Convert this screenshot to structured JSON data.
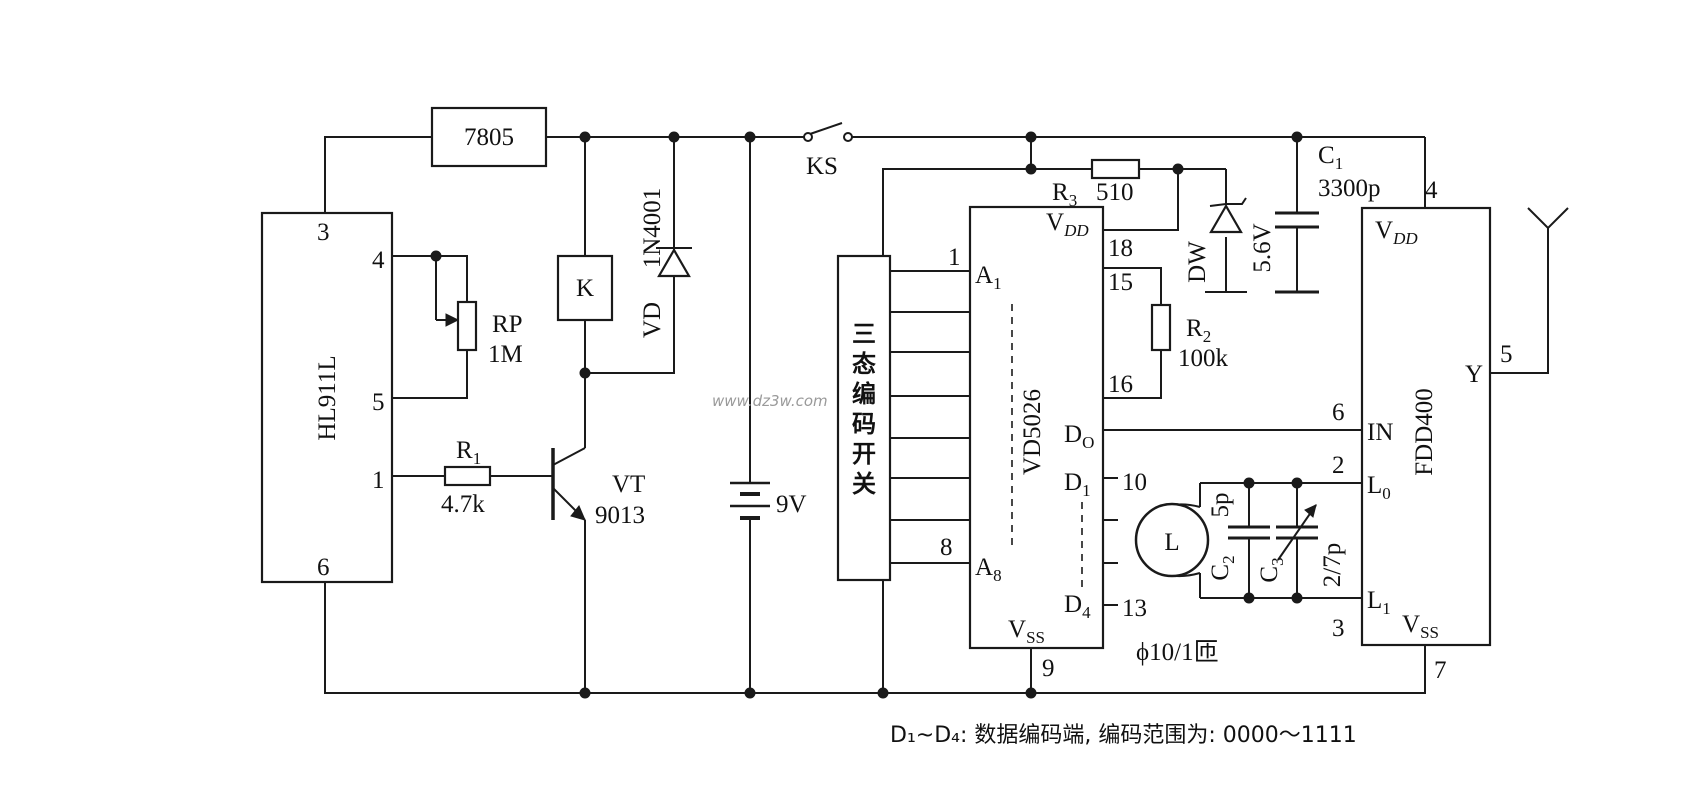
{
  "ic1": {
    "name": "HL911L",
    "pin3": "3",
    "pin4": "4",
    "pin5": "5",
    "pin1": "1",
    "pin6": "6"
  },
  "regulator": {
    "name": "7805"
  },
  "rp": {
    "ref": "RP",
    "value": "1M"
  },
  "r1": {
    "ref": "R",
    "sub": "1",
    "value": "4.7k"
  },
  "relay": {
    "ref": "K"
  },
  "diode_vd": {
    "ref": "VD",
    "part": "1N4001"
  },
  "vt": {
    "ref": "VT",
    "part": "9013"
  },
  "battery": {
    "value": "9V"
  },
  "switch_ks": {
    "ref": "KS"
  },
  "encoder_switch": {
    "chars": [
      "三",
      "态",
      "编",
      "码",
      "开",
      "关"
    ]
  },
  "ic2": {
    "name": "VD5026",
    "pin1": "1",
    "a1": "A",
    "a1_sub": "1",
    "pin8": "8",
    "a8": "A",
    "a8_sub": "8",
    "vdd": "V",
    "vdd_sub": "DD",
    "pin18": "18",
    "pin15": "15",
    "pin16": "16",
    "do": "D",
    "do_sub": "O",
    "d1": "D",
    "d1_sub": "1",
    "pin10": "10",
    "d4": "D",
    "d4_sub": "4",
    "pin13": "13",
    "vss": "V",
    "vss_sub": "SS",
    "pin9": "9"
  },
  "r3": {
    "ref": "R",
    "sub": "3",
    "value": "510"
  },
  "r2": {
    "ref": "R",
    "sub": "2",
    "value": "100k"
  },
  "dw": {
    "ref": "DW",
    "value": "5.6V"
  },
  "c1": {
    "ref": "C",
    "sub": "1",
    "value": "3300p"
  },
  "coil": {
    "ref": "L",
    "spec": "ϕ10/1匝"
  },
  "c2": {
    "ref": "C",
    "sub": "2",
    "value": "5p"
  },
  "c3": {
    "ref": "C",
    "sub": "3",
    "value": "2/7p"
  },
  "ic3": {
    "name": "FDD400",
    "vdd": "V",
    "vdd_sub": "DD",
    "pin4": "4",
    "y": "Y",
    "pin5": "5",
    "in": "IN",
    "pin6": "6",
    "l0": "L",
    "l0_sub": "0",
    "pin2": "2",
    "l1": "L",
    "l1_sub": "1",
    "pin3": "3",
    "vss": "V",
    "vss_sub": "SS",
    "pin7": "7"
  },
  "note": {
    "text": "D₁~D₄: 数据编码端, 编码范围为: 0000～1111"
  },
  "watermark": "www.dz3w.com"
}
